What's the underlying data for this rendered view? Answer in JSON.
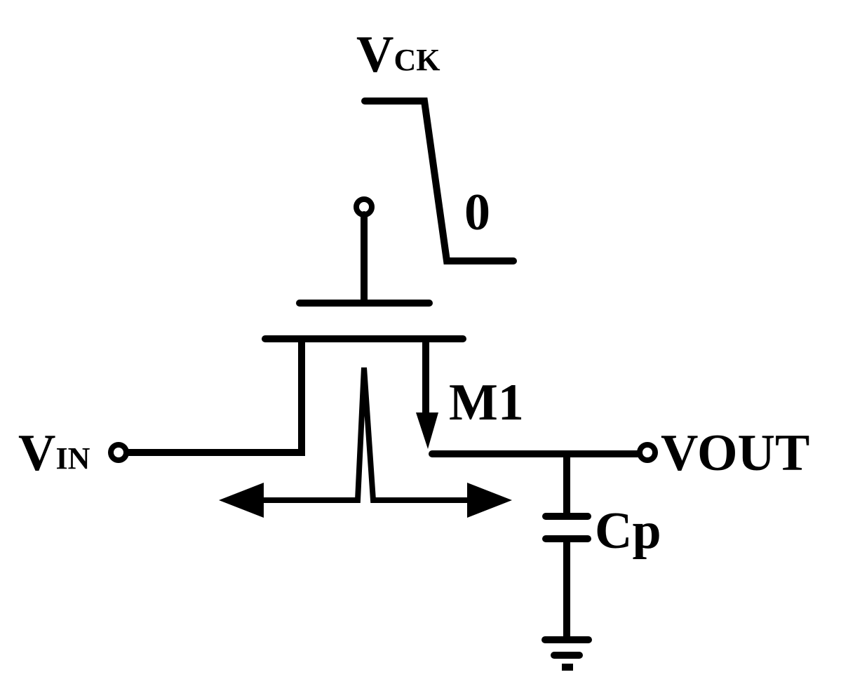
{
  "labels": {
    "vck_main": "V",
    "vck_sub": "CK",
    "clock_low": "0",
    "transistor": "M1",
    "vin_main": "V",
    "vin_sub": "IN",
    "vout": "VOUT",
    "capacitor": "Cp"
  }
}
